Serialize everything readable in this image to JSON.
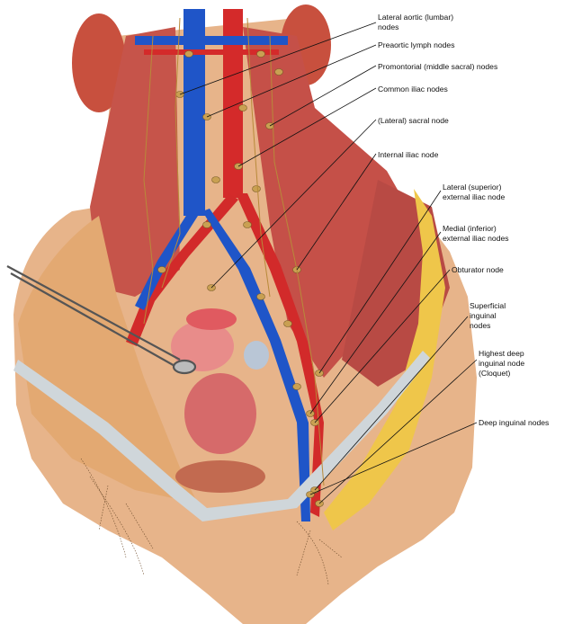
{
  "figure": {
    "description_colors": {
      "skin": "#e9b98e",
      "muscle": "#c8544a",
      "artery": "#d62a2a",
      "vein": "#1f55c8",
      "lymph": "#c9a052",
      "fat": "#efc94a",
      "peritoneum": "#cfd6da"
    }
  },
  "labels": [
    {
      "id": "lateral-aortic",
      "text": "Lateral aortic (lumbar)\nnodes"
    },
    {
      "id": "preaortic",
      "text": "Preaortic lymph nodes"
    },
    {
      "id": "promontorial",
      "text": "Promontorial (middle sacral) nodes"
    },
    {
      "id": "common-iliac",
      "text": "Common iliac nodes"
    },
    {
      "id": "lateral-sacral",
      "text": "(Lateral) sacral node"
    },
    {
      "id": "internal-iliac",
      "text": "Internal iliac node"
    },
    {
      "id": "lateral-external-iliac",
      "text": "Lateral (superior)\nexternal iliac node"
    },
    {
      "id": "medial-external-iliac",
      "text": "Medial (inferior)\nexternal iliac nodes"
    },
    {
      "id": "obturator",
      "text": "Obturator node"
    },
    {
      "id": "superficial-inguinal",
      "text": "Superficial\ninguinal\nnodes"
    },
    {
      "id": "highest-deep-inguinal",
      "text": "Highest deep\ninguinal node\n(Cloquet)"
    },
    {
      "id": "deep-inguinal",
      "text": "Deep inguinal nodes"
    }
  ]
}
